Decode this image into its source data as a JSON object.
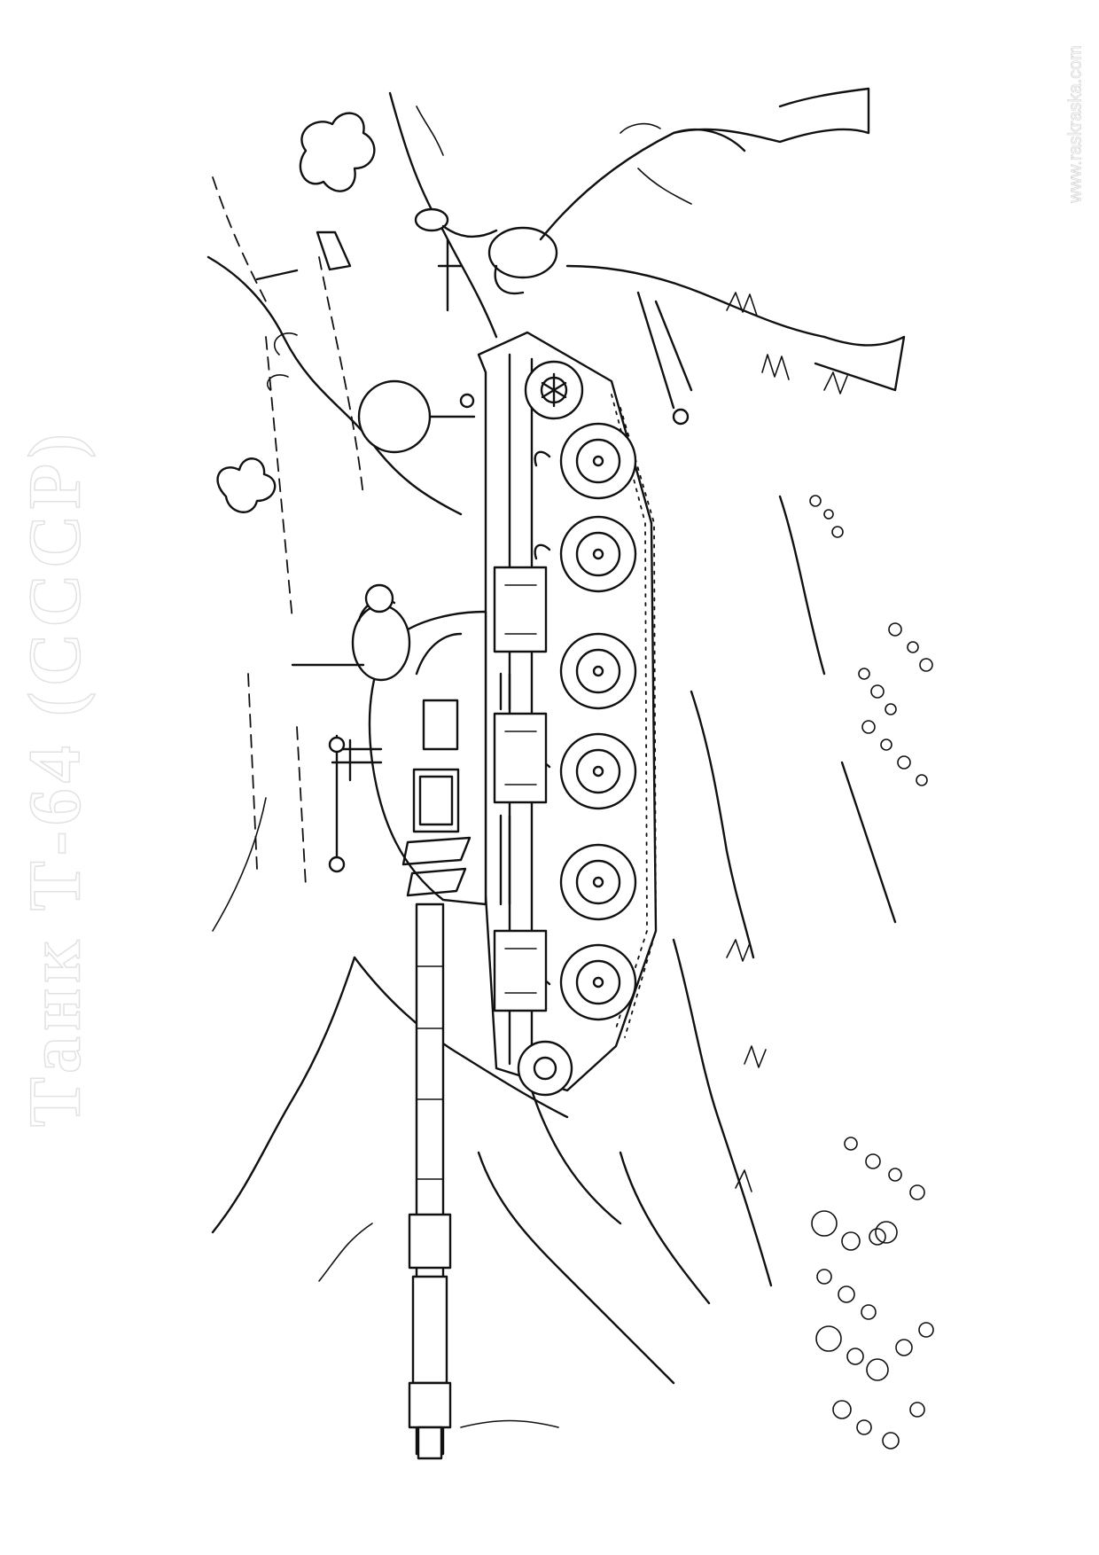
{
  "page": {
    "title": "Танк Т-64 (СССР)",
    "watermark": "www.raskraska.com"
  },
  "illustration": {
    "subject": "tank",
    "colors": {
      "line": "#111111",
      "paper": "#ffffff"
    }
  }
}
